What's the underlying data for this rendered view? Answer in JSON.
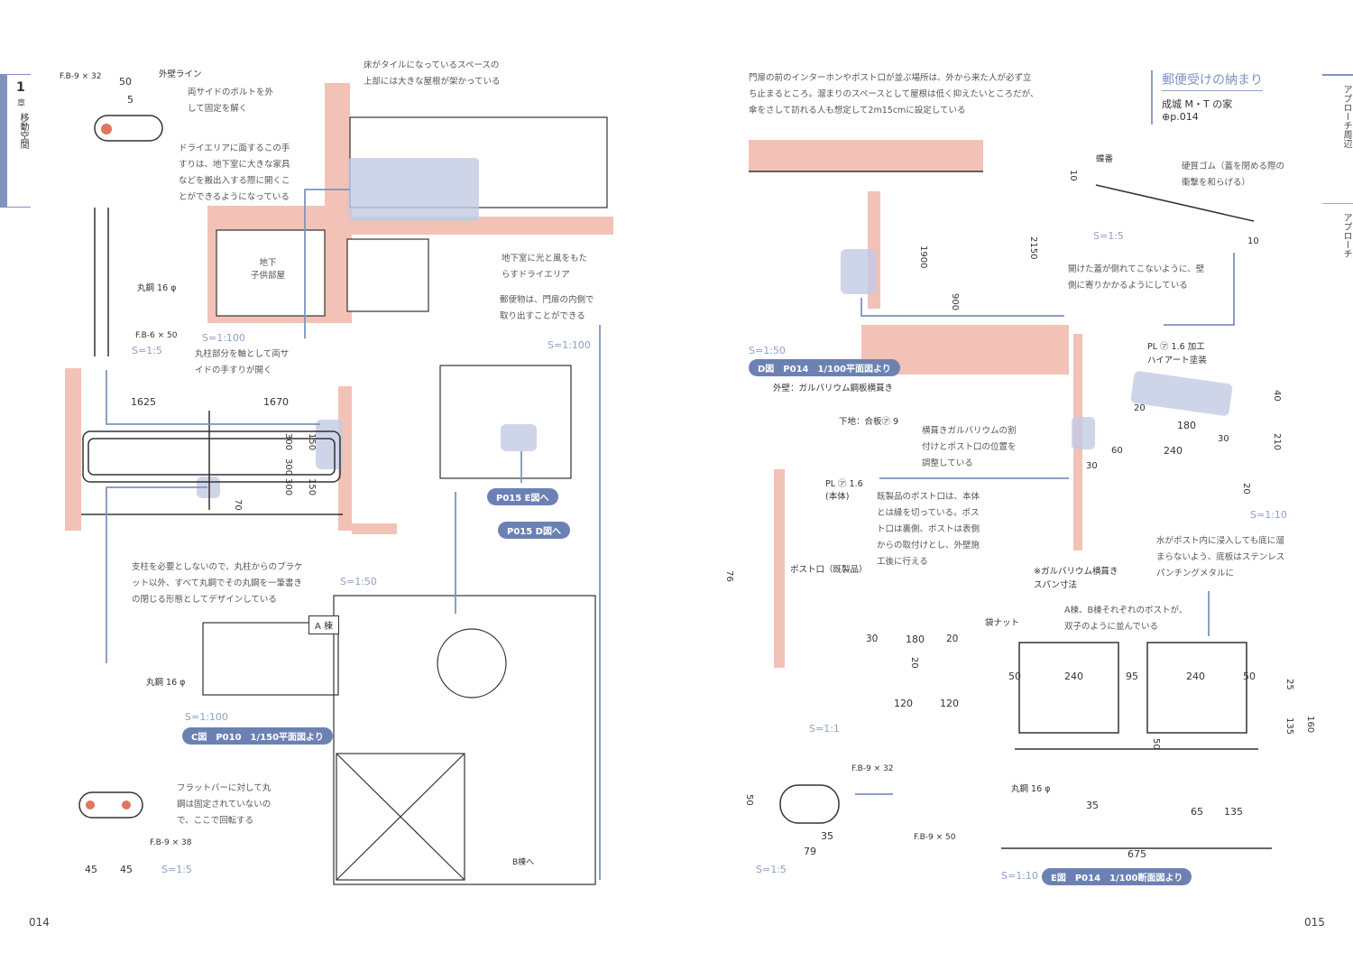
{
  "left": {
    "chapter": {
      "num": "1",
      "unit": "章",
      "name": "移動空間"
    },
    "labels": {
      "fb932": "F.B-9 × 32",
      "d50": "50",
      "d5": "5",
      "gaiheki": "外壁ライン",
      "bolt": [
        "両サイドのボルトを外",
        "して固定を解く"
      ],
      "dry": [
        "ドライエリアに面するこの手",
        "すりは、地下室に大きな家具",
        "などを搬出入する際に開くこ",
        "とができるようになっている"
      ],
      "roof": [
        "床がタイルになっているスペースの",
        "上部には大きな屋根が架かっている"
      ],
      "room": [
        "地下",
        "子供部屋"
      ],
      "light": [
        "地下室に光と風をもた",
        "らすドライエリア"
      ],
      "mail": [
        "郵便物は、門扉の内側で",
        "取り出すことができる"
      ],
      "maru1": "丸鋼 16 φ",
      "fb650": "F.B-6 × 50",
      "axis": [
        "丸柱部分を軸として両サ",
        "イドの手すりが開く"
      ],
      "d1625": "1625",
      "d1670": "1670",
      "d300a": "300",
      "d300b": "300",
      "d300c": "300",
      "d150a": "150",
      "d150b": "150",
      "d70": "70",
      "design": [
        "支柱を必要としないので、丸柱からのブラケ",
        "ット以外、すべて丸鋼でその丸鋼を一筆書き",
        "の閉じる形態としてデザインしている"
      ],
      "abldg": "A 棟",
      "maru2": "丸鋼 16 φ",
      "flat": [
        "フラットバーに対して丸",
        "鋼は固定されていないの",
        "で、ここで回転する"
      ],
      "fb938": "F.B-9 × 38",
      "d45a": "45",
      "d45b": "45",
      "bto": "B棟へ"
    },
    "scales": {
      "s1": "S=1:5",
      "s2": "S=1:100",
      "s3": "S=1:100",
      "s4": "S=1:50",
      "s5": "S=1:100",
      "s6": "S=1:5"
    },
    "badges": {
      "e": "P015 E図へ",
      "d": "P015 D図へ",
      "c": "C図　P010　1/150平面図より"
    },
    "page": "014"
  },
  "right": {
    "intro": [
      "門扉の前のインターホンやポスト口が並ぶ場所は、外から来た人が必ず立",
      "ち止まるところ。溜まりのスペースとして屋根は低く抑えたいところだが、",
      "傘をさして訪れる人も想定して2m15cmに設定している"
    ],
    "title": {
      "heading": "郵便受けの納まり",
      "house": "成城 M・T の家",
      "ref": "p.014"
    },
    "tabs": [
      "アプローチ周辺",
      "アプローチ"
    ],
    "labels": {
      "d1900": "1900",
      "d2150": "2150",
      "d900": "900",
      "hinge": "蝶番",
      "d10a": "10",
      "rubber": [
        "硬質ゴム（蓋を閉める際の",
        "衝撃を和らげる）"
      ],
      "d10b": "10",
      "lid": [
        "開けた蓋が倒れてこないように、壁",
        "側に寄りかかるようにしている"
      ],
      "pl": [
        "PL ㋐ 1.6 加工",
        "ハイアート塗装"
      ],
      "d40": "40",
      "d20a": "20",
      "d180": "180",
      "d30a": "30",
      "d210": "210",
      "d60": "60",
      "d240": "240",
      "d30b": "30",
      "d20b": "20",
      "wall": "外壁：ガルバリウム鋼板横葺き",
      "base": "下地：合板㋐ 9",
      "adjust": [
        "横葺きガルバリウムの割",
        "付けとポスト口の位置を",
        "調整している"
      ],
      "plbody": [
        "PL ㋐ 1.6",
        "(本体)"
      ],
      "ready": [
        "既製品のポスト口は、本体",
        "とは縁を切っている。ポス",
        "ト口は裏側、ポストは表側",
        "からの取付けとし、外壁施",
        "工後に行える"
      ],
      "postslot": "ポスト口（既製品）",
      "span": [
        "※ガルバリウム横葺き",
        "スパン寸法"
      ],
      "d76": "76",
      "water": [
        "水がポスト内に浸入しても底に溜",
        "まらないよう、底板はステンレス",
        "パンチングメタルに"
      ],
      "nut": "袋ナット",
      "twin": [
        "A棟、B棟それぞれのポストが、",
        "双子のように並んでいる"
      ],
      "e30": "30",
      "e180": "180",
      "e20a": "20",
      "e20b": "20",
      "e120a": "120",
      "e120b": "120",
      "f50a": "50",
      "f240a": "240",
      "f95": "95",
      "f240b": "240",
      "f50b": "50",
      "f25": "25",
      "f135a": "135",
      "f160": "160",
      "f50c": "50",
      "maru": "丸鋼 16 φ",
      "f35": "35",
      "f65": "65",
      "f135b": "135",
      "f675": "675",
      "fb932": "F.B-9 × 32",
      "fb950": "F.B-9 × 50",
      "g50": "50",
      "g35": "35",
      "g79": "79"
    },
    "scales": {
      "s1": "S=1:50",
      "s2": "S=1:5",
      "s3": "S=1:10",
      "s4": "S=1:1",
      "s5": "S=1:10",
      "s6": "S=1:5"
    },
    "badges": {
      "d": "D図　P014　1/100平面図より",
      "e": "E図　P014　1/100断面図より"
    },
    "page": "015"
  },
  "colors": {
    "accent": "#7f93bf",
    "wall": "#f2c2b6",
    "highlight": "#c4cbe4"
  }
}
